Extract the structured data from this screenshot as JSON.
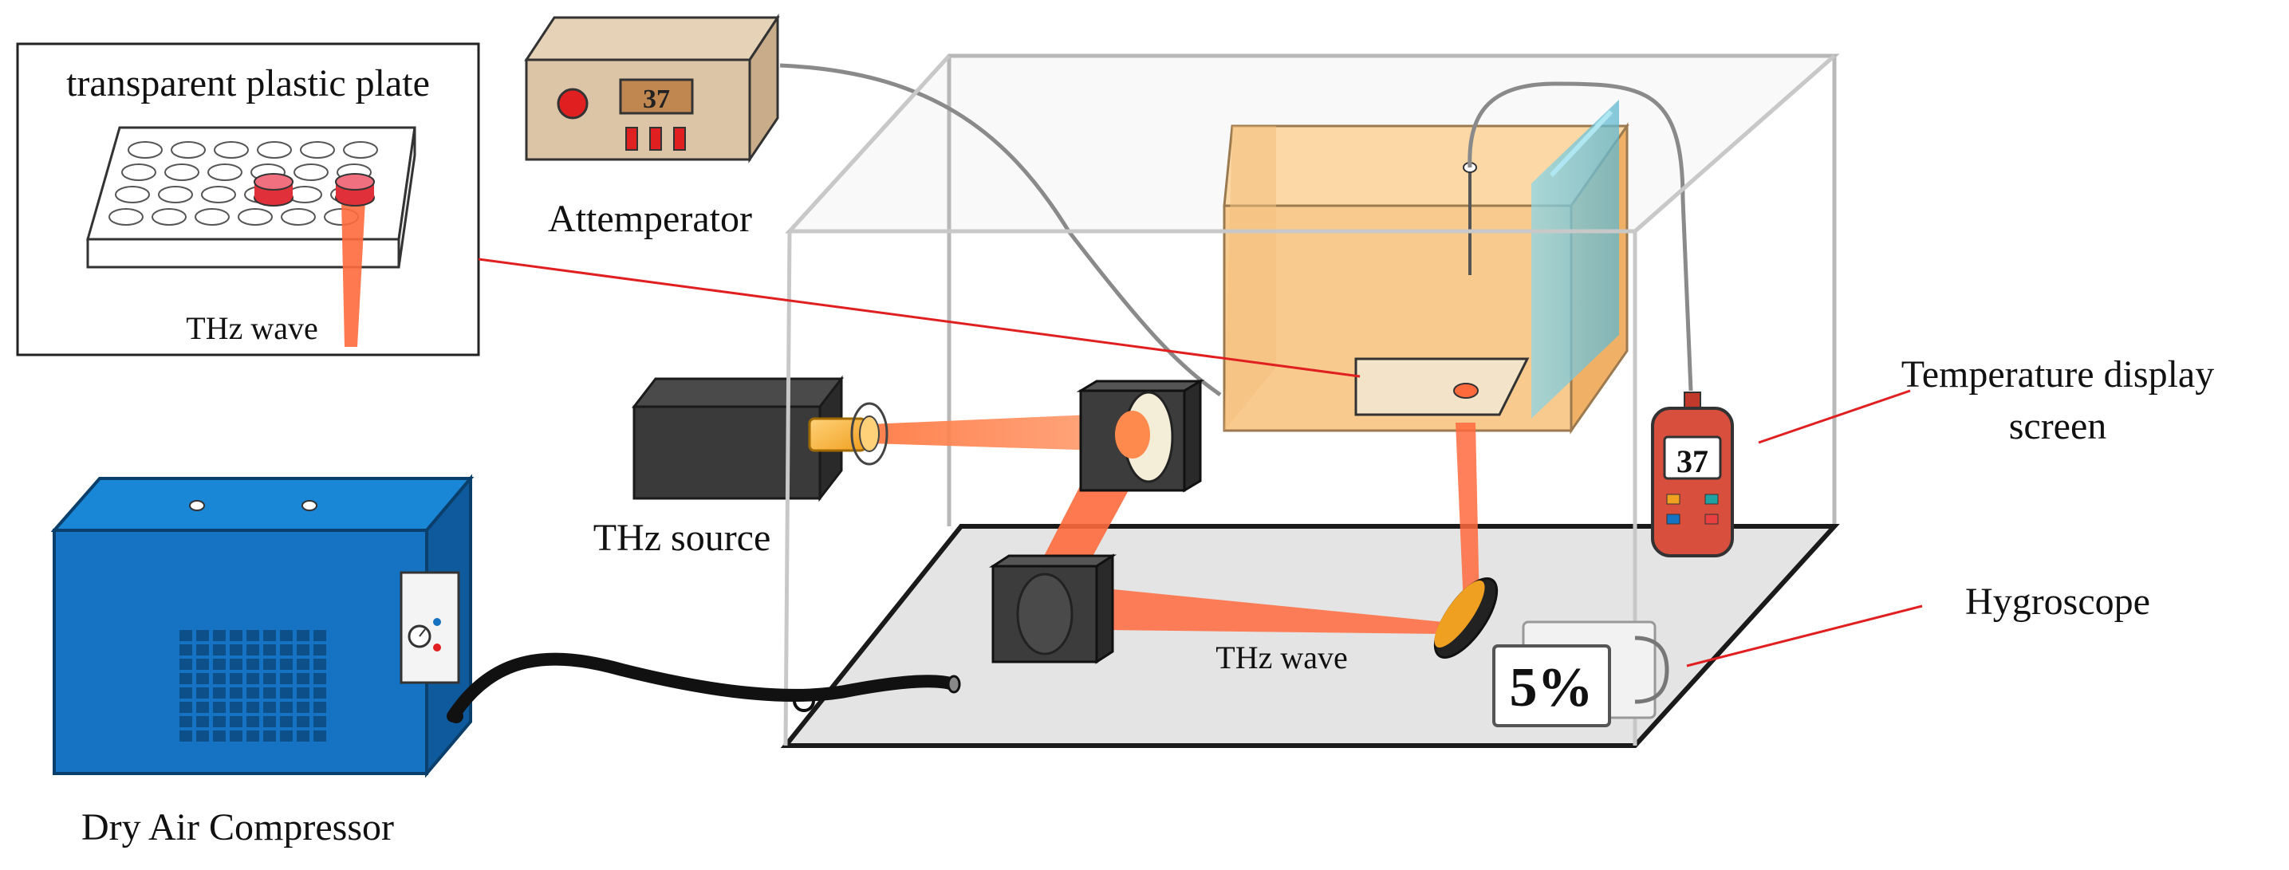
{
  "labels": {
    "plate_title": "transparent plastic plate",
    "inset_wave": "THz wave",
    "attemperator": "Attemperator",
    "thz_source": "THz source",
    "beam_wave": "THz wave",
    "temp_display_line1": "Temperature display",
    "temp_display_line2": "screen",
    "hygroscope": "Hygroscope",
    "compressor": "Dry Air Compressor"
  },
  "readouts": {
    "attemperator": "37",
    "thermometer": "37",
    "hygroscope": "5%"
  },
  "colors": {
    "beam": "#ff6a3d",
    "chamber_line": "#b8b8b8",
    "incubator": "#f8c684",
    "compressor": "#1673c3",
    "attemperator_body": "#dcc4a6",
    "thermometer_body": "#d94f3e",
    "leader_line": "#e02020",
    "floor": "#e4e4e4"
  }
}
